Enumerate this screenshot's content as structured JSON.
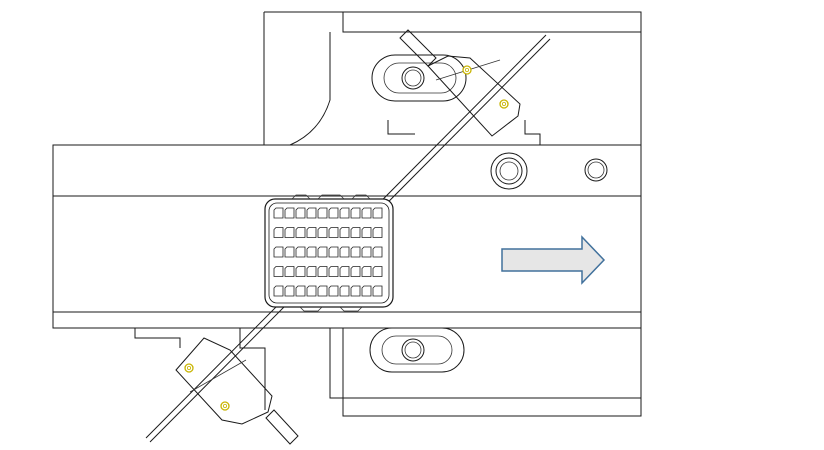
{
  "diagram": {
    "arrow": {
      "direction": "right",
      "fill": "#e6e6e6",
      "stroke": "#41719c"
    },
    "connector": {
      "rows": 5,
      "cols": 10
    },
    "colors": {
      "line": "#1a1a1a",
      "screw": "#c8b400",
      "background": "#ffffff"
    }
  }
}
